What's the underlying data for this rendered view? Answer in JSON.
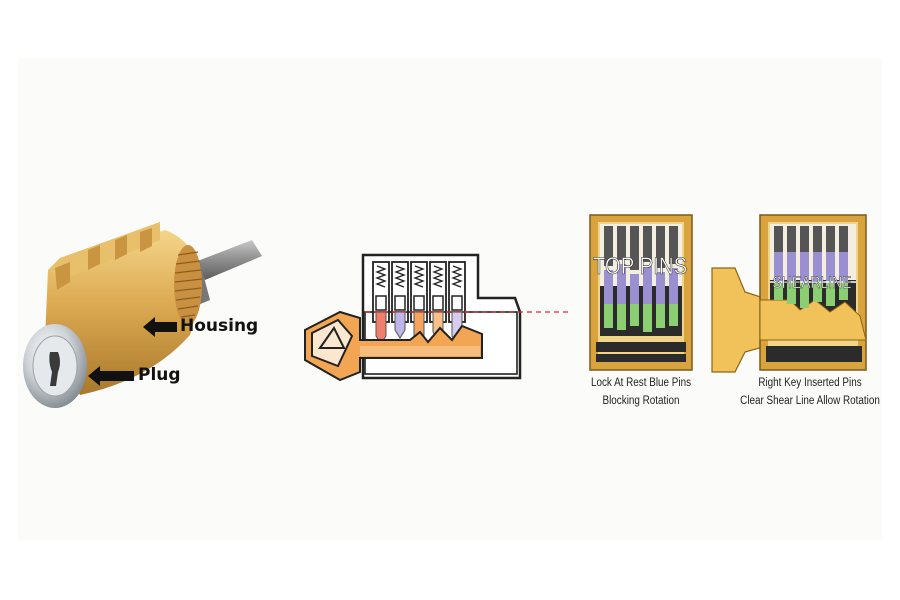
{
  "labels": {
    "housing": "Housing",
    "plug": "Plug"
  },
  "overlays": {
    "top_pins": "TOP PINS",
    "shear_line": "SHEARLINE"
  },
  "captions": {
    "locked_line1": "Lock At Rest Blue Pins",
    "locked_line2": "Blocking Rotation",
    "unlocked_line1": "Right Key Inserted Pins",
    "unlocked_line2": "Clear Shear Line Allow Rotation"
  },
  "colors": {
    "brass": "#d9a74a",
    "key_orange": "#f0a04e",
    "top_pin": "#9a8fd0",
    "bottom_pin": "#8ccf72",
    "shear_line": "#d62b2b"
  }
}
